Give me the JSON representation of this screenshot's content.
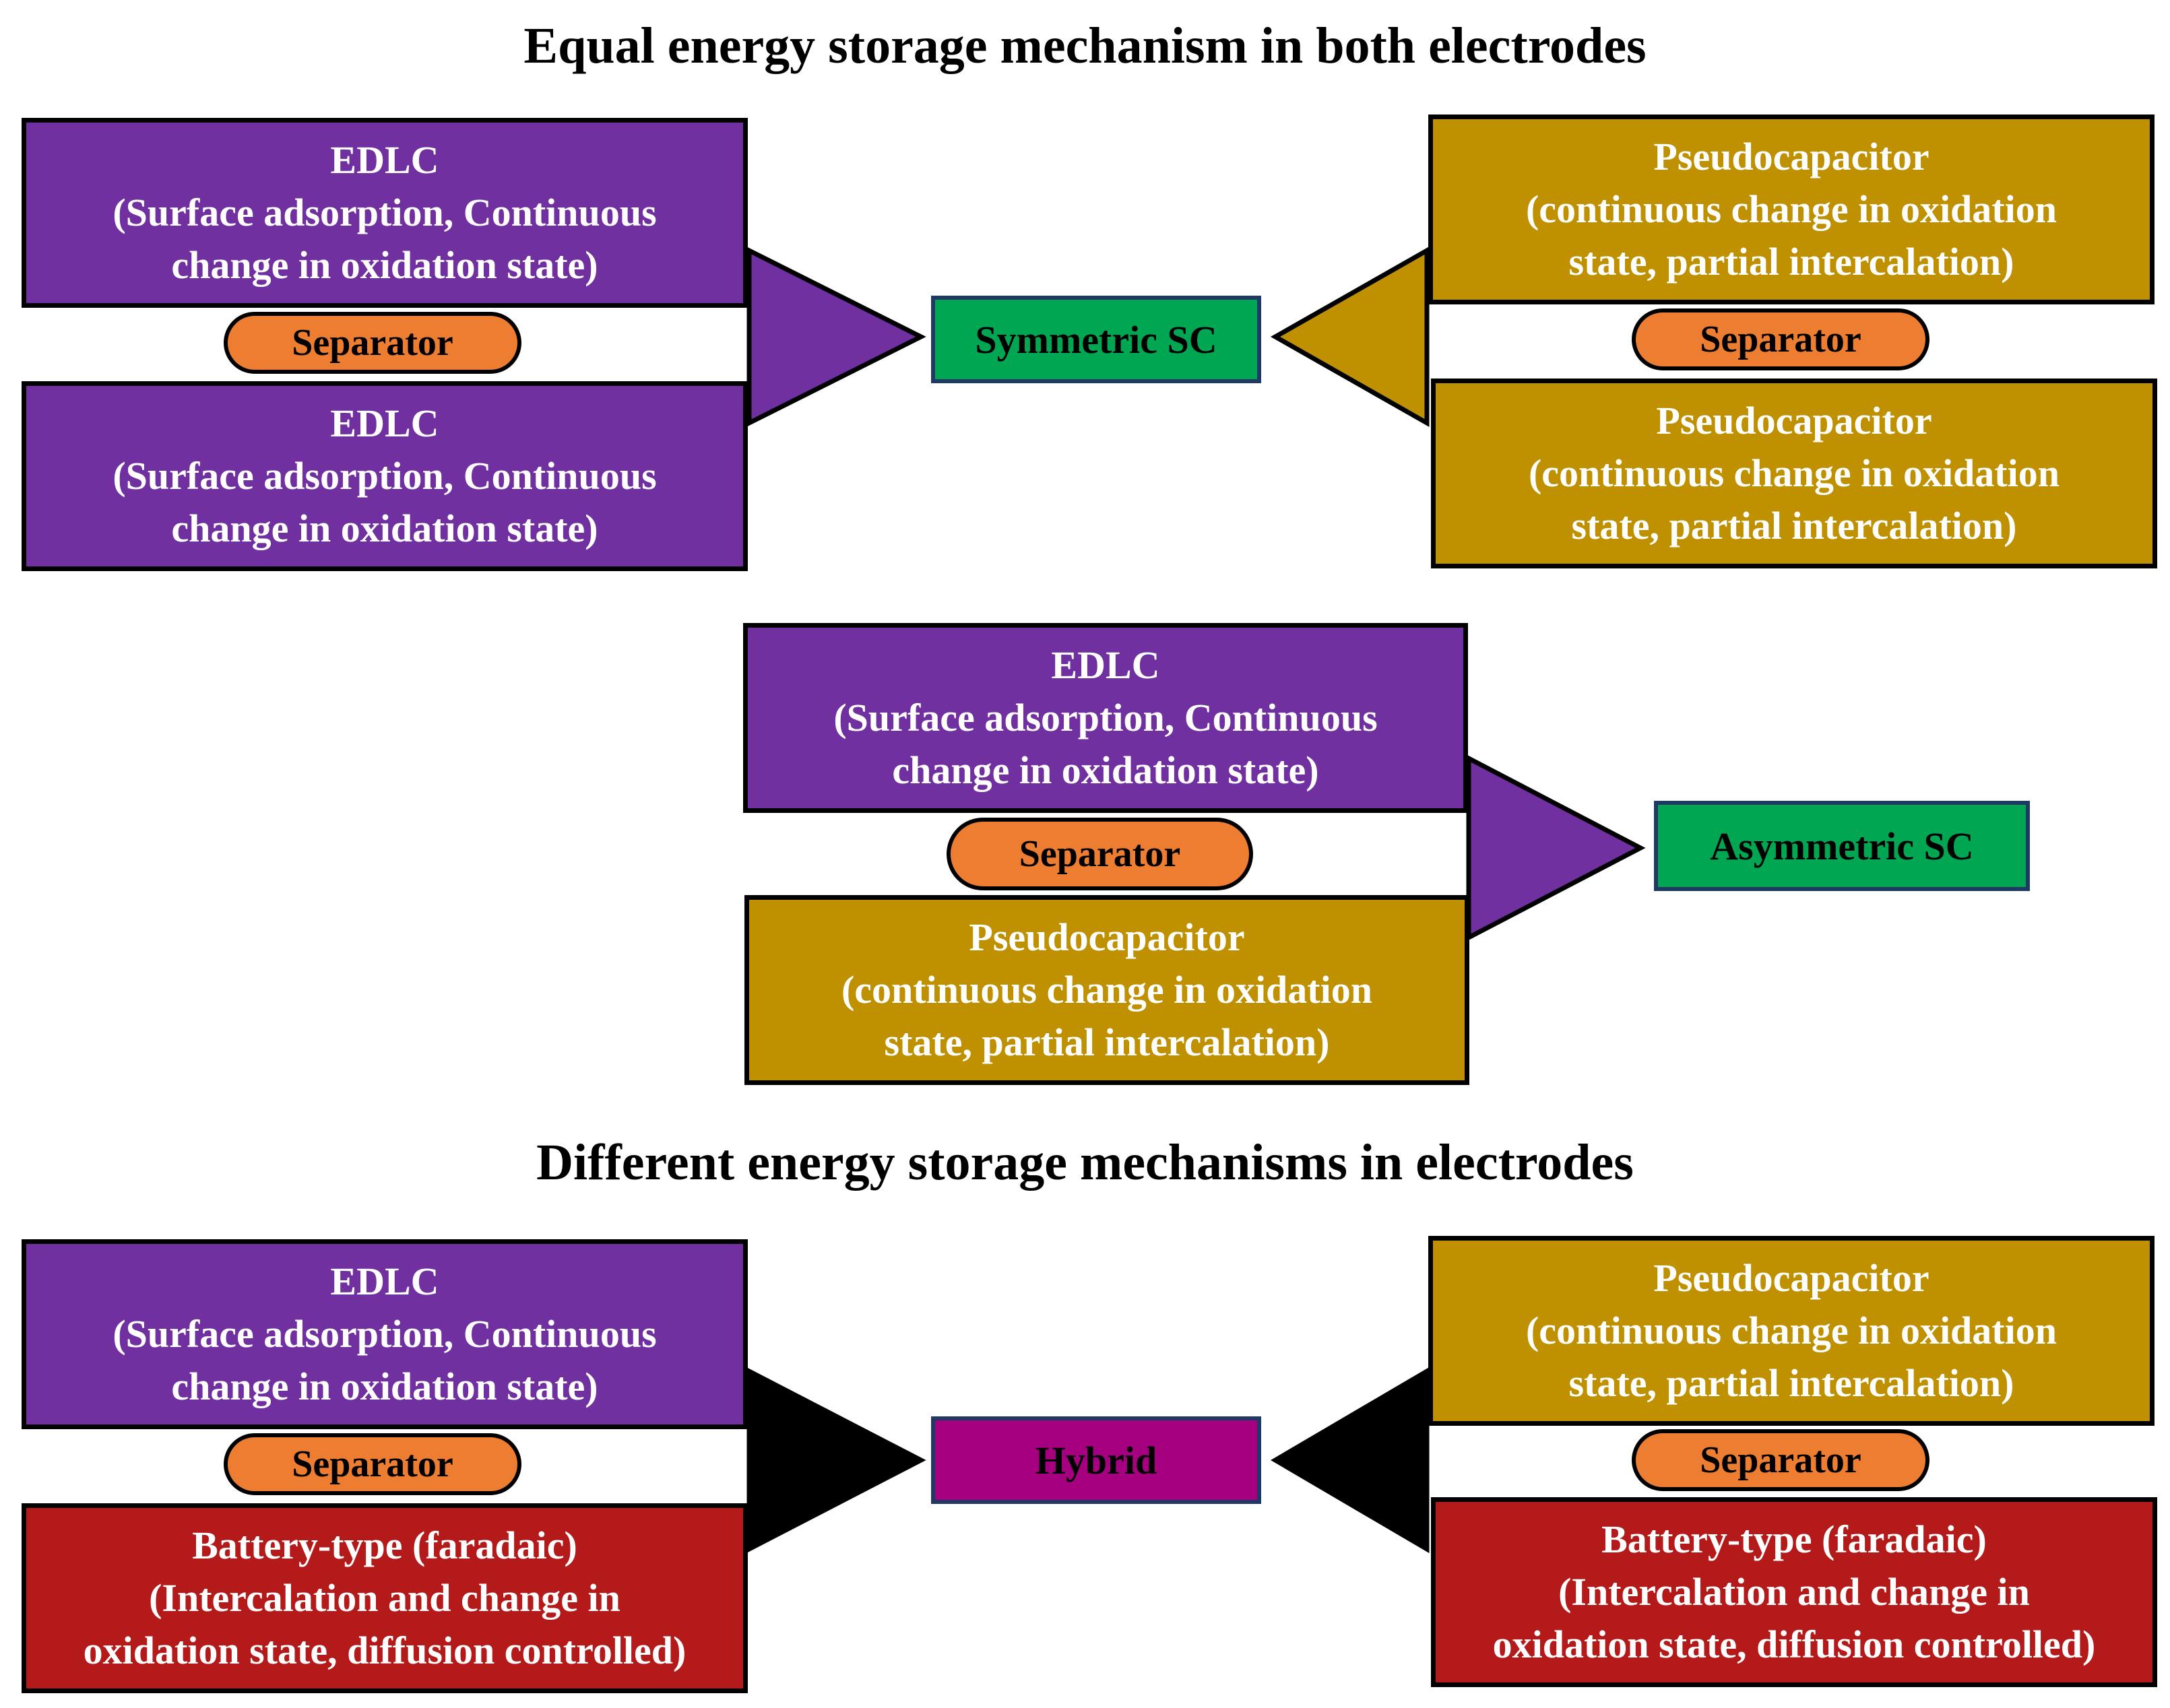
{
  "colors": {
    "edlc": "#7030a0",
    "pseudo": "#bf9000",
    "battery": "#b41a1a",
    "separator": "#ed7d31",
    "symmetric": "#00a651",
    "asymmetric": "#00a651",
    "hybrid": "#a5007f",
    "hybrid_arrow": "#000000"
  },
  "headings": {
    "equal": "Equal energy storage mechanism in both electrodes",
    "different": "Different energy storage mechanisms in electrodes"
  },
  "edlc": {
    "title": "EDLC",
    "line1": "(Surface adsorption, Continuous",
    "line2": "change in oxidation state)"
  },
  "pseudo": {
    "title": "Pseudocapacitor",
    "line1": "(continuous change in oxidation",
    "line2": "state, partial intercalation)"
  },
  "battery": {
    "title": "Battery-type (faradaic)",
    "line1": "(Intercalation and change in",
    "line2": "oxidation state, diffusion  controlled)"
  },
  "separator": "Separator",
  "outputs": {
    "symmetric": "Symmetric SC",
    "asymmetric": "Asymmetric SC",
    "hybrid": "Hybrid"
  }
}
